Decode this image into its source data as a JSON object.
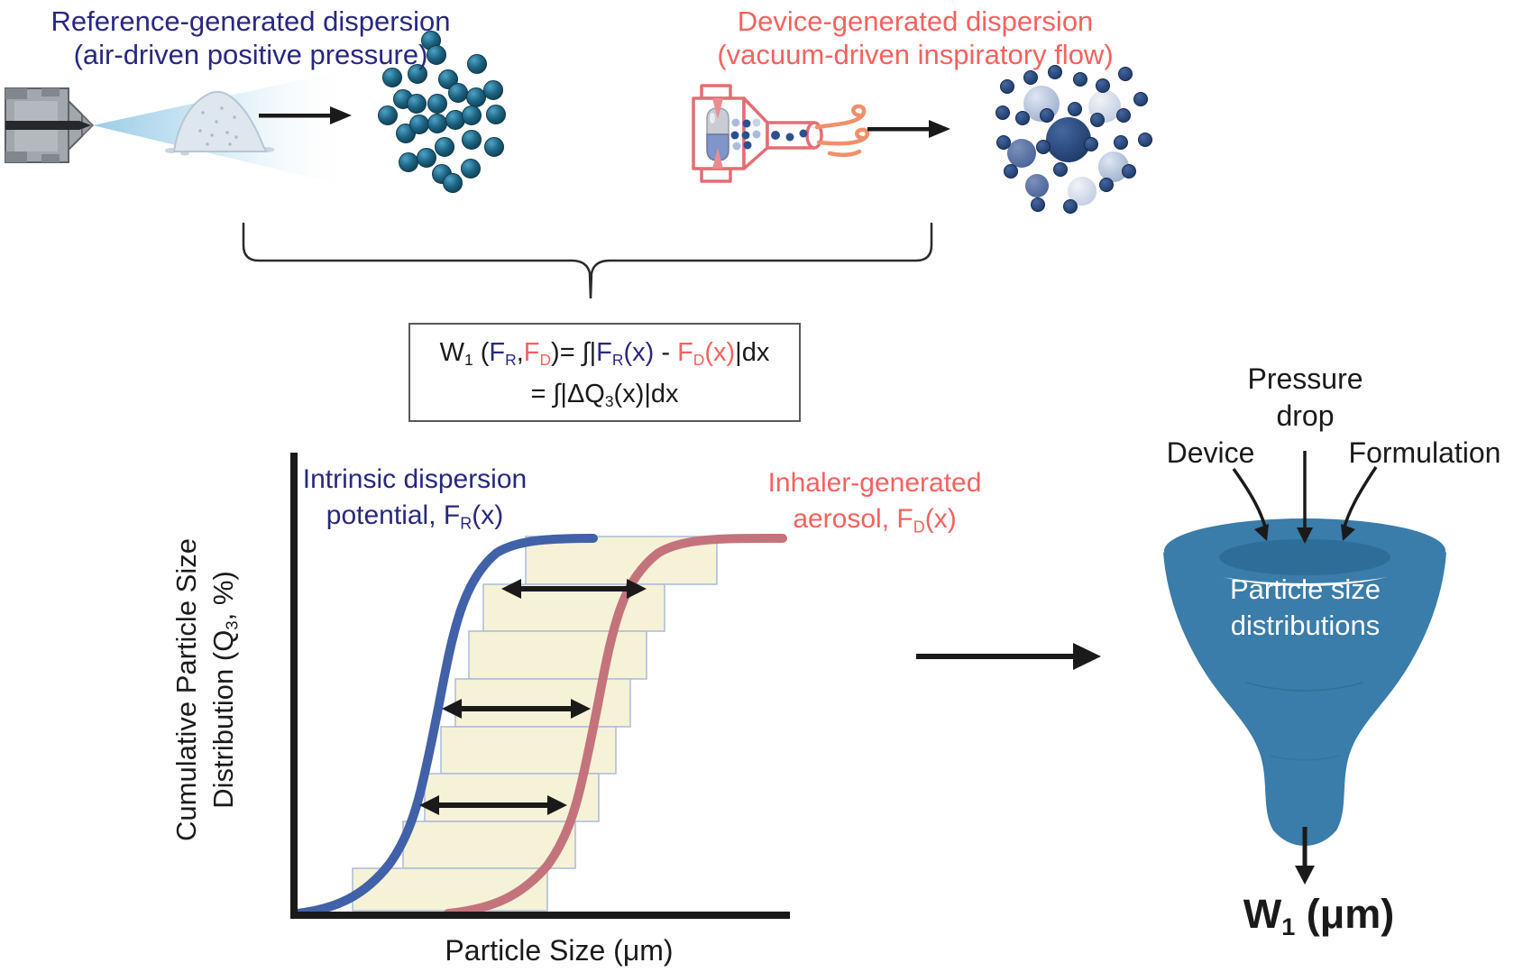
{
  "palette": {
    "navy": "#28287F",
    "salmon": "#F4625F",
    "ink": "#1A1A1A",
    "chartBlue": "#4161A8",
    "chartRed": "#C4737C",
    "bandFill": "#F6F2D7",
    "bandStroke": "#AABBD8",
    "funnelBlue": "#3A7CAA",
    "funnelDark": "#2E6D98",
    "tealParticle": "#1D6483",
    "inhalerOutline": "#E36D73",
    "breath": "#F0906B"
  },
  "reference_section": {
    "title_line1": "Reference-generated dispersion",
    "title_line2": "(air-driven positive pressure)"
  },
  "device_section": {
    "title_line1": "Device-generated dispersion",
    "title_line2": "(vacuum-driven inspiratory flow)"
  },
  "formula": {
    "l1": {
      "t0": "W",
      "s0": "1",
      "t1": " (",
      "t2": "F",
      "s1": "R",
      "t3": ",",
      "t4": "F",
      "s2": "D",
      "t5": ")= ",
      "t6": "∫|",
      "t7": "F",
      "s3": "R",
      "t8": "(x)",
      "t9": " - ",
      "t10": "F",
      "s4": "D",
      "t11": "(x)",
      "t12": "|dx"
    },
    "l2": {
      "t0": "= ∫|ΔQ",
      "s0": "3",
      "t1": "(x)|dx"
    }
  },
  "chart": {
    "y_label_line1": "Cumulative Particle Size",
    "y_label_line2_pre": "Distribution (Q",
    "y_label_sub": "3",
    "y_label_line2_post": ", %)",
    "x_label": "Particle Size (μm)",
    "blue_label_line1": "Intrinsic dispersion",
    "blue_label_line2_pre": "potential, F",
    "blue_label_sub": "R",
    "blue_label_line2_post": "(x)",
    "red_label_line1": "Inhaler-generated",
    "red_label_line2_pre": "aerosol, F",
    "red_label_sub": "D",
    "red_label_line2_post": "(x)"
  },
  "chart_data": {
    "type": "line",
    "xlabel": "Particle Size (μm)",
    "ylabel": "Cumulative Particle Size Distribution (Q3, %)",
    "axes_numeric": false,
    "note": "Schematic cumulative size distributions; stair-step shaded bands between the curves depict W1(FR,FD)=∫|FR(x)-FD(x)|dx=∫|ΔQ3(x)|dx",
    "series": [
      {
        "name": "FR(x) — intrinsic dispersion potential (reference)",
        "color": "#4161A8",
        "shape": "sigmoid shifted toward smaller particle sizes"
      },
      {
        "name": "FD(x) — inhaler-generated aerosol (device)",
        "color": "#C4737C",
        "shape": "sigmoid shifted toward larger particle sizes"
      }
    ],
    "annotations": [
      "three horizontal double-headed arrows between the curves",
      "pale-yellow horizontal bands with light-blue borders fill the area between curves"
    ]
  },
  "funnel": {
    "label_pressure_line1": "Pressure",
    "label_pressure_line2": "drop",
    "label_device": "Device",
    "label_formulation": "Formulation",
    "body_line1": "Particle size",
    "body_line2": "distributions",
    "output_pre": "W",
    "output_sub": "1",
    "output_post": " (μm)"
  }
}
